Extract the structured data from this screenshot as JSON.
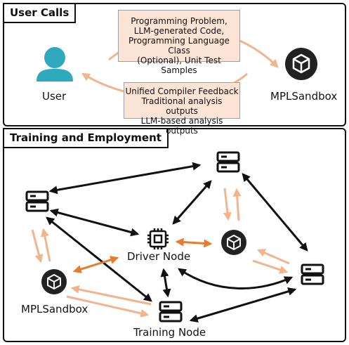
{
  "user_calls": {
    "title": "User Calls",
    "request_lines": [
      "Programming Problem,",
      "LLM-generated Code,",
      "Programming Language Class",
      "(Optional), Unit Test Samples"
    ],
    "response_lines": [
      "Unified Compiler Feedback",
      "Traditional analysis outputs",
      "LLM-based analysis outputs"
    ],
    "user_label": "User",
    "sandbox_label": "MPLSandbox"
  },
  "training": {
    "title": "Training and Employment",
    "driver_label": "Driver Node",
    "training_label": "Training Node",
    "sandbox_label": "MPLSandbox"
  },
  "colors": {
    "arrow_black": "#111111",
    "arrow_orange": "#e87c2e",
    "arrow_light": "#f2b48c",
    "user_icon": "#2fa9bd",
    "note_fill": "#fbe3d5"
  },
  "icons": {
    "user": "user-icon",
    "sandbox": "cube-in-circle-icon",
    "server": "server-stack-icon",
    "driver": "chip-icon"
  }
}
